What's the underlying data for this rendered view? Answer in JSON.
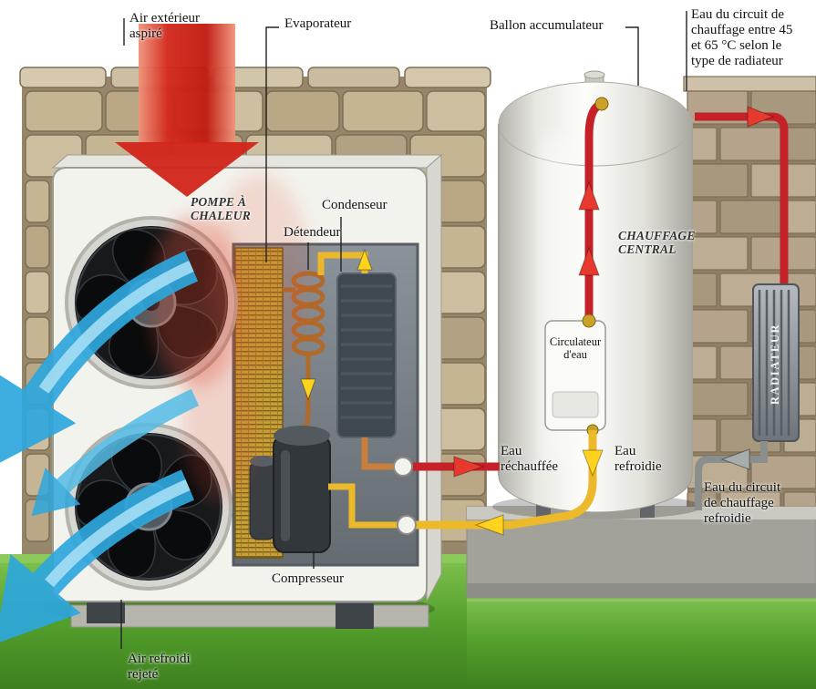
{
  "colors": {
    "hot_air": "#d2261b",
    "cold_air": "#2ea7dd",
    "hot_water": "#c42128",
    "cold_water": "#ecb92a",
    "return_water": "#8a8f8d",
    "copper": "#b06a2a"
  },
  "labels": {
    "air_exterieur": "Air extérieur\naspiré",
    "evaporateur": "Evaporateur",
    "ballon": "Ballon accumulateur",
    "eau_circuit_chaud": "Eau du circuit de\nchauffage entre 45\net 65 °C selon le\ntype de radiateur",
    "pompe_a_chaleur": "POMPE À\nCHALEUR",
    "condenseur": "Condenseur",
    "detendeur": "Détendeur",
    "chauffage_central": "CHAUFFAGE\nCENTRAL",
    "circulateur": "Circulateur\nd'eau",
    "eau_rechauffee": "Eau\nréchauffée",
    "eau_refroidie": "Eau\nrefroidie",
    "radiateur": "RADIATEUR",
    "eau_circuit_refroidi": "Eau du circuit\nde chauffage\nrefroidie",
    "compresseur": "Compresseur",
    "air_refroidi": "Air refroidi\nrejeté"
  }
}
